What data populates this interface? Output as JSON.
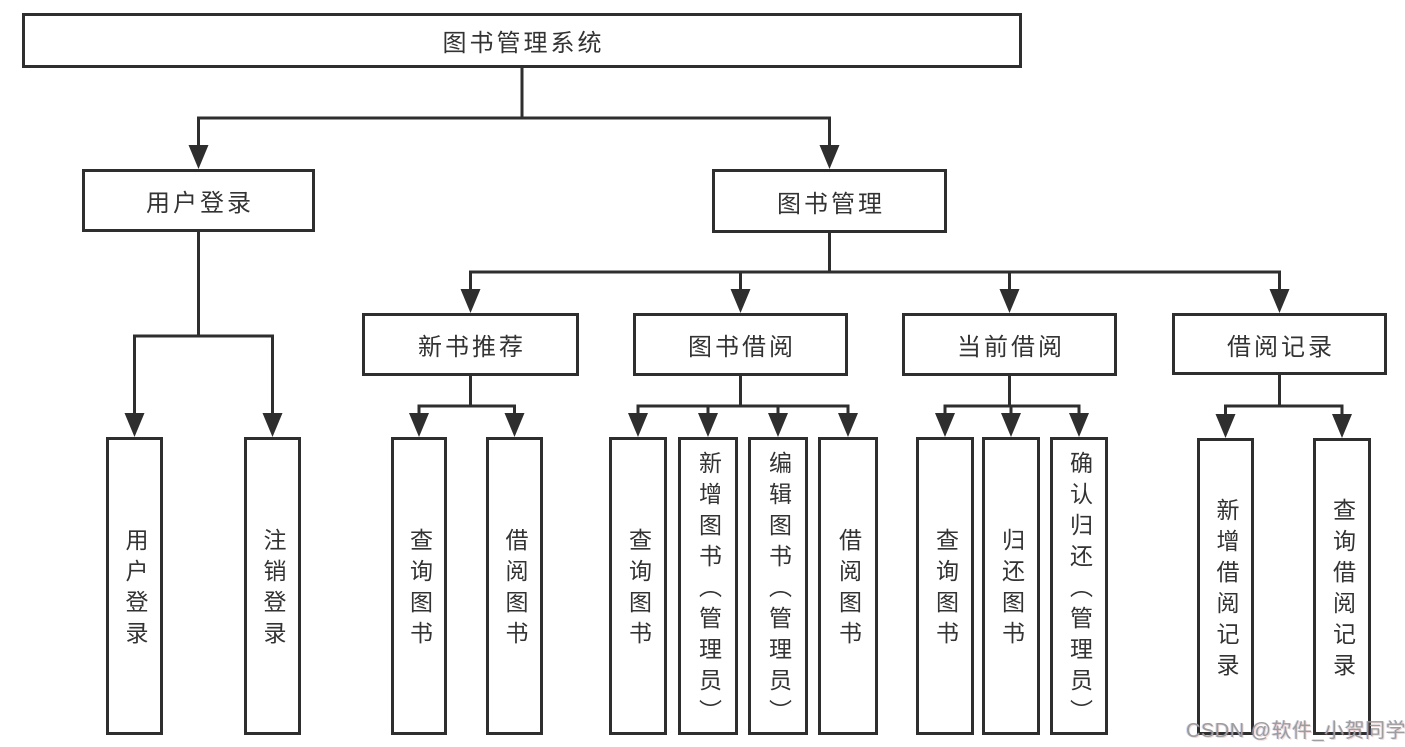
{
  "diagram": {
    "root": {
      "label": "图书管理系统"
    },
    "branches": {
      "user_login": {
        "label": "用户登录"
      },
      "book_mgmt": {
        "label": "图书管理"
      }
    },
    "modules": {
      "new_book_rec": {
        "label": "新书推荐"
      },
      "book_borrow": {
        "label": "图书借阅"
      },
      "current_borrow": {
        "label": "当前借阅"
      },
      "borrow_record": {
        "label": "借阅记录"
      }
    },
    "leaves": {
      "ul_login": {
        "label": "用户登录"
      },
      "ul_logout": {
        "label": "注销登录"
      },
      "nb_query": {
        "label": "查询图书"
      },
      "nb_borrow": {
        "label": "借阅图书"
      },
      "bb_query": {
        "label": "查询图书"
      },
      "bb_add": {
        "label": "新增图书（管理员）"
      },
      "bb_edit": {
        "label": "编辑图书（管理员）"
      },
      "bb_borrow": {
        "label": "借阅图书"
      },
      "cb_query": {
        "label": "查询图书"
      },
      "cb_return": {
        "label": "归还图书"
      },
      "cb_confirm": {
        "label": "确认归还（管理员）"
      },
      "br_add": {
        "label": "新增借阅记录"
      },
      "br_query": {
        "label": "查询借阅记录"
      }
    },
    "hierarchy": {
      "图书管理系统": {
        "用户登录": [
          "用户登录",
          "注销登录"
        ],
        "图书管理": {
          "新书推荐": [
            "查询图书",
            "借阅图书"
          ],
          "图书借阅": [
            "查询图书",
            "新增图书（管理员）",
            "编辑图书（管理员）",
            "借阅图书"
          ],
          "当前借阅": [
            "查询图书",
            "归还图书",
            "确认归还（管理员）"
          ],
          "借阅记录": [
            "新增借阅记录",
            "查询借阅记录"
          ]
        }
      }
    },
    "colors": {
      "line": "#2e2e2e",
      "text": "#333333",
      "background": "#ffffff",
      "watermark": "#9d9d9d"
    }
  },
  "watermark": {
    "text": "CSDN @软件_小贺同学"
  }
}
